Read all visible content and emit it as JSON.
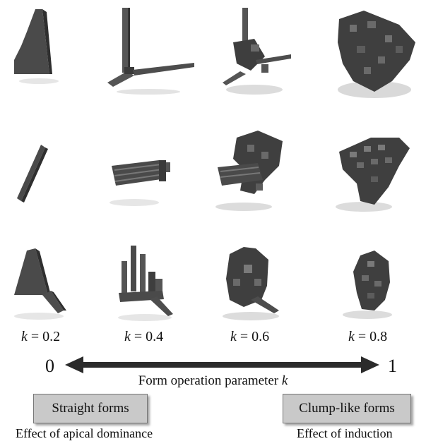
{
  "k_labels": [
    {
      "symbol": "k",
      "value": "= 0.2"
    },
    {
      "symbol": "k",
      "value": "= 0.4"
    },
    {
      "symbol": "k",
      "value": "= 0.6"
    },
    {
      "symbol": "k",
      "value": "= 0.8"
    }
  ],
  "axis": {
    "left_end": "0",
    "right_end": "1",
    "label_text": "Form operation parameter ",
    "label_symbol": "k"
  },
  "boxes": {
    "left": "Straight forms",
    "right": "Clump-like forms"
  },
  "notes": {
    "left": "Effect of apical dominance",
    "right": "Effect of induction"
  },
  "colors": {
    "form_dark": "#3f3f3f",
    "form_mid": "#6b6b6b",
    "form_light": "#8c8c8c",
    "shadow": "#d9d9d9",
    "box_fill": "#c9c9c9",
    "arrow": "#2b2b2b"
  }
}
